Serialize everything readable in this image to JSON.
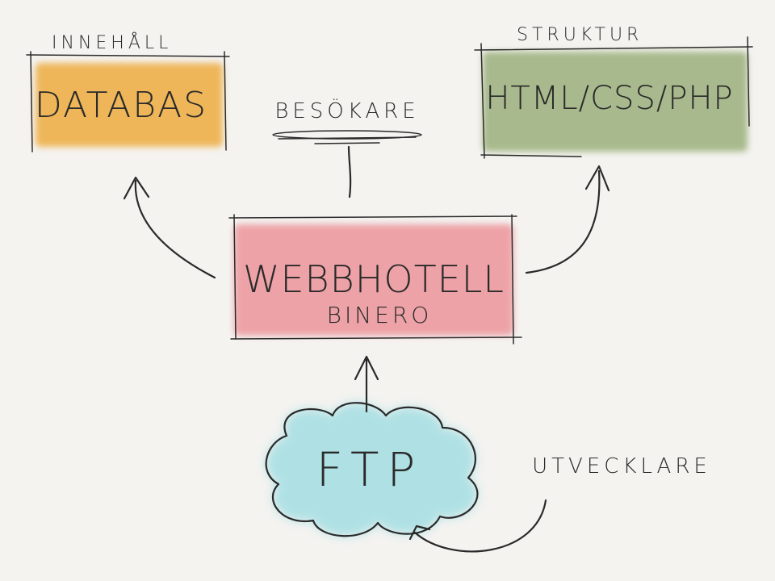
{
  "nodes": {
    "databas": {
      "label": "DATABAS",
      "caption": "INNEHÅLL",
      "color": "#eeb04a"
    },
    "structure": {
      "label": "HTML/CSS/PHP",
      "caption": "STRUKTUR",
      "color": "#9bb07c"
    },
    "webhotel": {
      "label": "WEBBHOTELL",
      "sublabel": "BINERO",
      "color": "#ec8f95"
    },
    "ftp": {
      "label": "FTP",
      "color": "#a8dfe3"
    }
  },
  "actors": {
    "visitor": {
      "label": "BESÖKARE"
    },
    "developer": {
      "label": "UTVECKLARE"
    }
  }
}
